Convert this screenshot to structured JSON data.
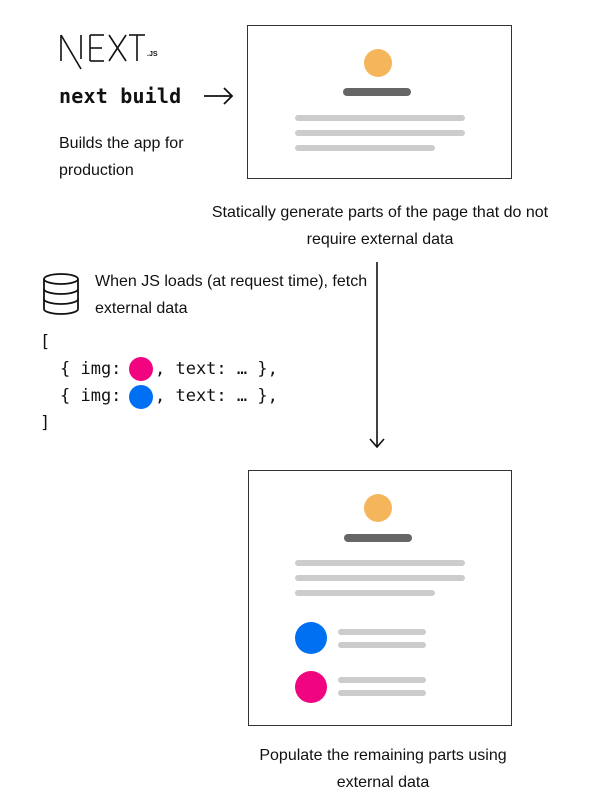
{
  "brand": {
    "logo_text": "NEXT",
    "logo_suffix": ".JS"
  },
  "build": {
    "command": "next build",
    "description": "Builds the app for production",
    "arrow_icon": "arrow-right-icon"
  },
  "static_step": {
    "description": "Statically generate parts of the page that do not require external data"
  },
  "fetch_step": {
    "icon": "database-icon",
    "description": "When JS loads (at request time), fetch external data",
    "code": {
      "open": "[",
      "close": "]",
      "row_prefix": "{ img:",
      "row_suffix": ", text: … },",
      "rows": [
        {
          "dot_color": "#F0047F"
        },
        {
          "dot_color": "#0070F3"
        }
      ]
    }
  },
  "populate_step": {
    "description": "Populate the remaining parts using external data"
  },
  "colors": {
    "avatar": "#F5B65B",
    "title_bar": "#666666",
    "placeholder_line": "#CCCCCC",
    "pink": "#F0047F",
    "blue": "#0070F3",
    "border": "#333333"
  }
}
